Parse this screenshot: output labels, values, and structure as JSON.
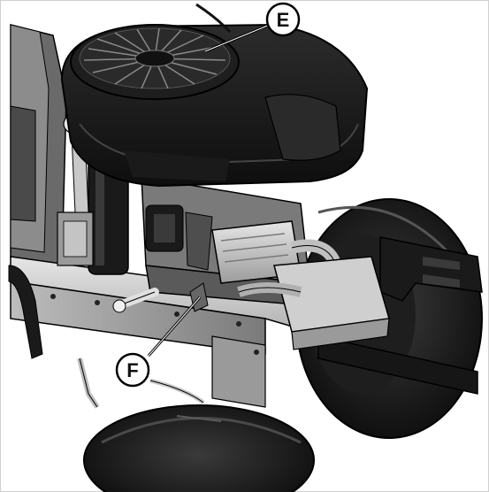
{
  "callouts": [
    {
      "id": "E",
      "label": "E"
    },
    {
      "id": "F",
      "label": "F"
    }
  ],
  "colors": {
    "background": "#ffffff",
    "engine_body": "#161616",
    "engine_highlight": "#3a3a3a",
    "metal_light": "#d4d4d4",
    "metal_mid": "#9a9a9a",
    "metal_dark": "#5a5a5a",
    "tire": "#121212",
    "outline": "#000000"
  }
}
